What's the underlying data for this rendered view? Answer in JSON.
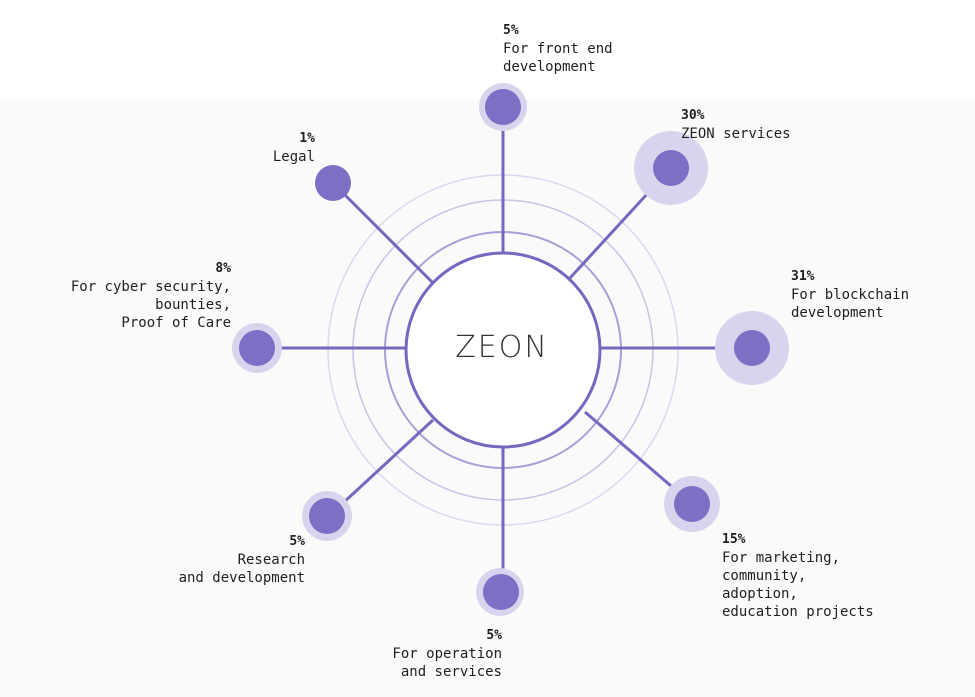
{
  "center": {
    "logo_text": "ZEON"
  },
  "colors": {
    "accent": "#7b6fc6",
    "halo": "#d8d4ee",
    "ring": "#c9c3e6",
    "line": "#7468bf"
  },
  "chart_data": {
    "type": "radial-distribution",
    "items": [
      {
        "key": "front_end",
        "percent": "5%",
        "label": "For front end\ndevelopment"
      },
      {
        "key": "zeon_services",
        "percent": "30%",
        "label": "ZEON services"
      },
      {
        "key": "blockchain",
        "percent": "31%",
        "label": "For blockchain\ndevelopment"
      },
      {
        "key": "marketing",
        "percent": "15%",
        "label": "For marketing,\ncommunity,\nadoption,\neducation projects"
      },
      {
        "key": "operation",
        "percent": "5%",
        "label": "For operation\nand services"
      },
      {
        "key": "research",
        "percent": "5%",
        "label": "Research\nand development"
      },
      {
        "key": "cyber",
        "percent": "8%",
        "label": "For cyber security,\nbounties,\nProof of Care"
      },
      {
        "key": "legal",
        "percent": "1%",
        "label": "Legal"
      }
    ]
  }
}
